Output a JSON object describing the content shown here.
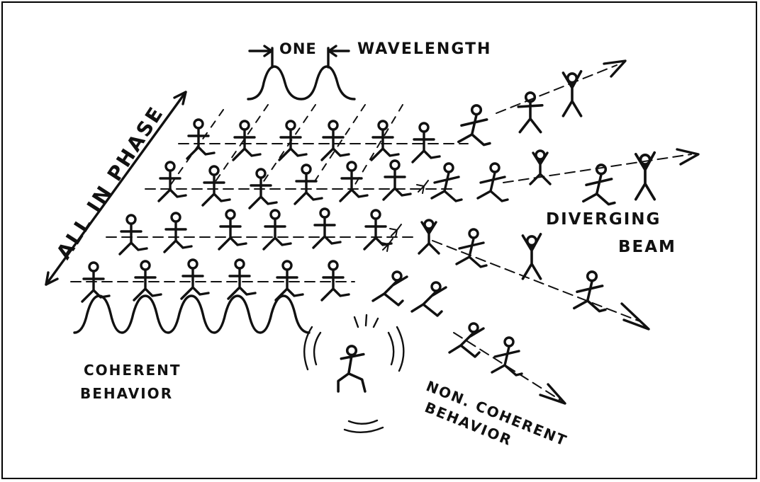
{
  "labels": {
    "one": "ONE",
    "wavelength": "WAVELENGTH",
    "all_in_phase": "ALL IN PHASE",
    "diverging_line1": "DIVERGING",
    "diverging_line2": "BEAM",
    "coherent_line1": "COHERENT",
    "coherent_line2": "BEHAVIOR",
    "noncoherent_line1": "NON. COHERENT",
    "noncoherent_line2": "BEHAVIOR"
  },
  "colors": {
    "ink": "#111111",
    "paper": "#ffffff"
  }
}
